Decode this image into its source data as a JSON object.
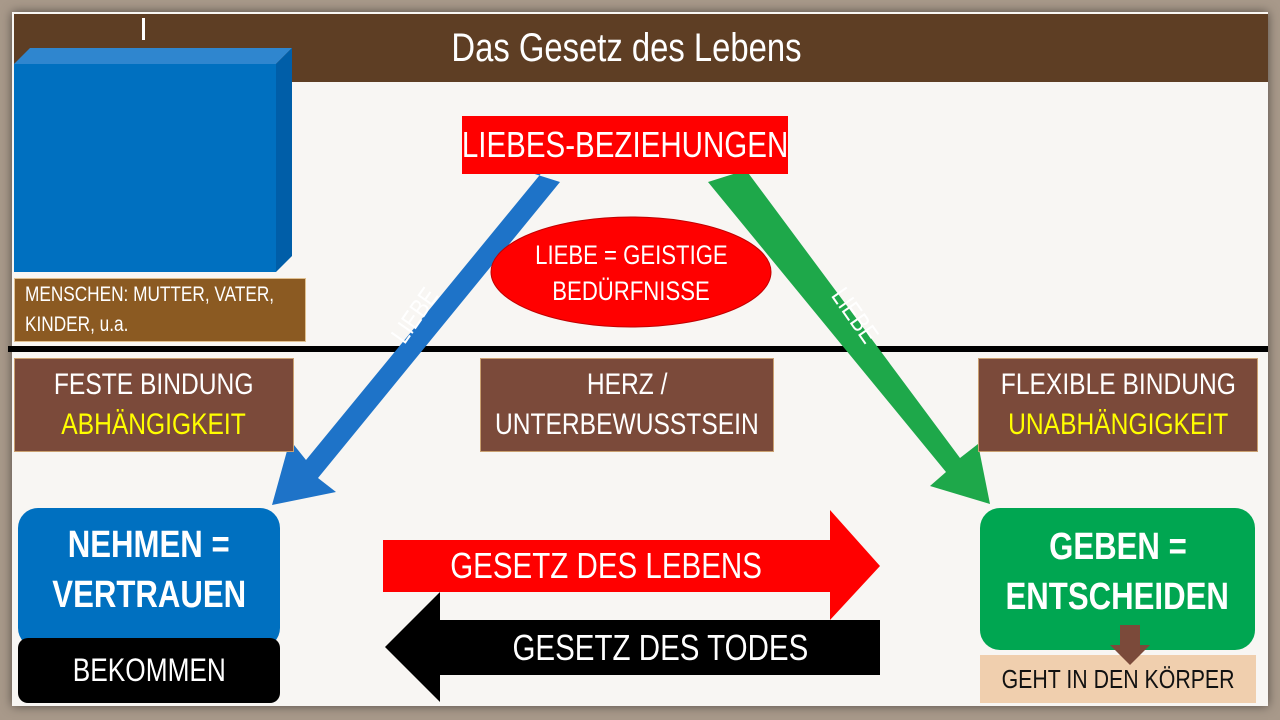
{
  "title": "Das Gesetz des Lebens",
  "top_label": "LIEBES-BEZIEHUNGEN",
  "ellipse": {
    "line1": "LIEBE = GEISTIGE",
    "line2": "BEDÜRFNISSE"
  },
  "people_label": {
    "line1": "MENSCHEN: MUTTER, VATER,",
    "line2": "KINDER, u.a."
  },
  "arrow_left_label": "LIEBE",
  "arrow_right_label": "LIEBE",
  "left_box": {
    "line1": "FESTE BINDUNG",
    "line2": "ABHÄNGIGKEIT"
  },
  "center_box": {
    "line1": "HERZ /",
    "line2": "UNTERBEWUSSTSEIN"
  },
  "right_box": {
    "line1": "FLEXIBLE BINDUNG",
    "line2": "UNABHÄNGIGKEIT"
  },
  "nehmen": {
    "line1": "NEHMEN =",
    "line2": "VERTRAUEN",
    "sub": "BEKOMMEN"
  },
  "geben": {
    "line1": "GEBEN =",
    "line2": "ENTSCHEIDEN",
    "sub": "GEHT IN DEN KÖRPER"
  },
  "law_life": "GESETZ DES LEBENS",
  "law_death": "GESETZ DES TODES",
  "colors": {
    "title_bar": "#5e3e24",
    "blue": "#0070c0",
    "green": "#00a651",
    "red": "#ff0000",
    "brown": "#7b4a3a"
  }
}
